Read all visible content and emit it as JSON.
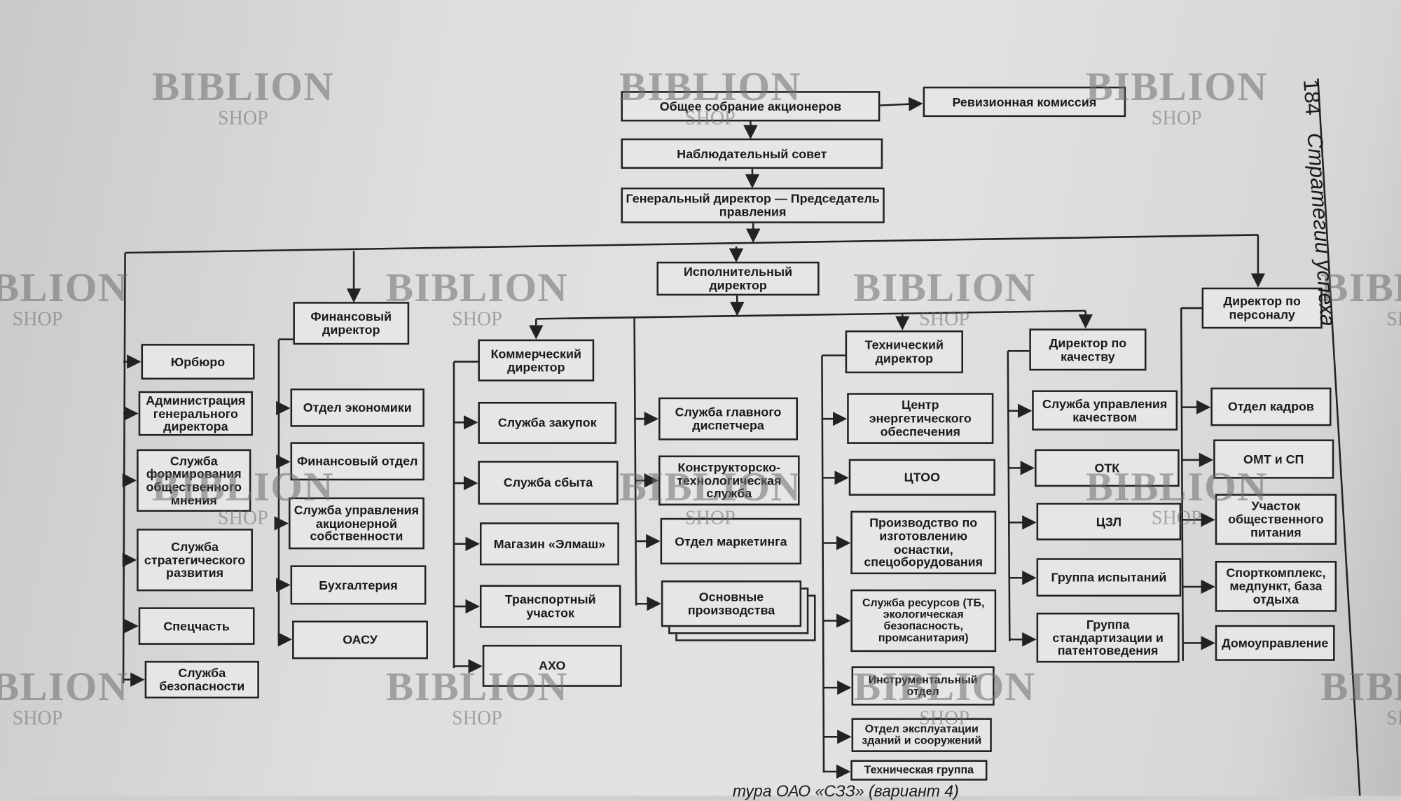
{
  "header": {
    "page_number": "184",
    "running_title": "Стратегии успеха"
  },
  "caption": "тура ОАО «СЗЗ» (вариант 4)",
  "watermark": {
    "brand": "BIBLION",
    "sub": "SHOP"
  },
  "boxes": {
    "general_meeting": "Общее собрание акционеров",
    "audit_commission": "Ревизионная комиссия",
    "supervisory_board": "Наблюдательный совет",
    "ceo": "Генеральный директор — Председатель правления",
    "executive_director": "Исполнительный директор",
    "financial_director": "Финансовый директор",
    "hr_director": "Директор по персоналу",
    "legal": "Юрбюро",
    "ceo_admin": "Администрация генерального директора",
    "pr_service": "Служба формирования общественного мнения",
    "strategy_service": "Служба стратегического развития",
    "special_unit": "Спецчасть",
    "security_service": "Служба безопасности",
    "economics_dept": "Отдел экономики",
    "finance_dept": "Финансовый отдел",
    "shareholding_service": "Служба управления акционерной собственности",
    "accounting": "Бухгалтерия",
    "oasu": "ОАСУ",
    "commercial_director": "Коммерческий директор",
    "procurement": "Служба закупок",
    "sales": "Служба сбыта",
    "elmash_store": "Магазин «Элмаш»",
    "transport": "Транспортный участок",
    "aho": "АХО",
    "dispatcher": "Служба главного диспетчера",
    "design_tech": "Конструкторско-технологическая служба",
    "marketing": "Отдел маркетинга",
    "main_production": "Основные производства",
    "technical_director": "Технический директор",
    "energy_center": "Центр энергетического обеспечения",
    "ctoo": "ЦТОО",
    "tooling_production": "Производство по изготовлению оснастки, спецоборудования",
    "resources_service": "Служба ресурсов (ТБ, экологическая безопасность, промсанитария)",
    "tool_dept": "Инструментальный отдел",
    "buildings_dept": "Отдел эксплуатации зданий и сооружений",
    "tech_group": "Техническая группа",
    "quality_director": "Директор по качеству",
    "quality_mgmt": "Служба управления качеством",
    "otk": "ОТК",
    "czl": "ЦЗЛ",
    "testing_group": "Группа испытаний",
    "standards_group": "Группа стандартизации и патентоведения",
    "personnel_dept": "Отдел кадров",
    "omt_sp": "ОМТ и СП",
    "catering": "Участок общественного питания",
    "sports_complex": "Спорткомплекс, медпункт, база отдыха",
    "housing": "Домоуправление"
  }
}
